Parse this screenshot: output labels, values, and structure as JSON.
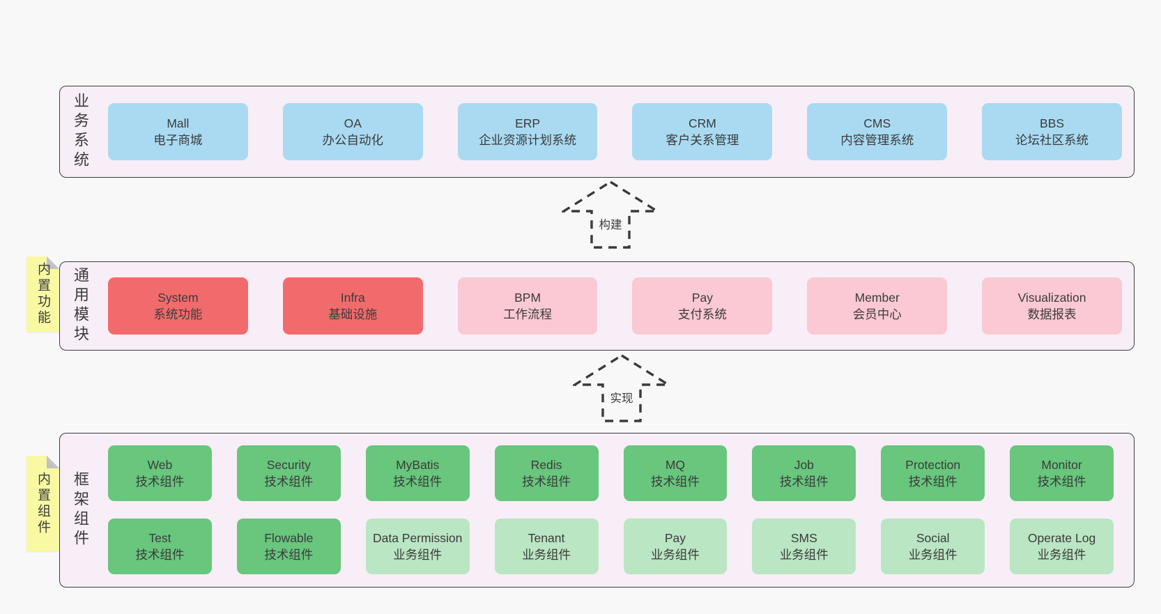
{
  "colors": {
    "page_bg": "#f8f8f8",
    "band_bg": "#f8eef7",
    "band_border": "#3d3d3d",
    "blue": "#a9daf2",
    "red": "#f26b6c",
    "pink": "#fbc9d3",
    "green": "#68c67d",
    "light_green": "#bae6c3",
    "sticky_yellow": "#f9f9a3",
    "text": "#3b3b3b"
  },
  "arrows": [
    {
      "label": "构建"
    },
    {
      "label": "实现"
    }
  ],
  "bands": [
    {
      "label": "业务系统",
      "boxes": [
        {
          "name": "Mall",
          "desc": "电子商城"
        },
        {
          "name": "OA",
          "desc": "办公自动化"
        },
        {
          "name": "ERP",
          "desc": "企业资源计划系统"
        },
        {
          "name": "CRM",
          "desc": "客户关系管理"
        },
        {
          "name": "CMS",
          "desc": "内容管理系统"
        },
        {
          "name": "BBS",
          "desc": "论坛社区系统"
        }
      ]
    },
    {
      "label": "通用模块",
      "sticky": "内置功能",
      "boxes": [
        {
          "name": "System",
          "desc": "系统功能"
        },
        {
          "name": "Infra",
          "desc": "基础设施"
        },
        {
          "name": "BPM",
          "desc": "工作流程"
        },
        {
          "name": "Pay",
          "desc": "支付系统"
        },
        {
          "name": "Member",
          "desc": "会员中心"
        },
        {
          "name": "Visualization",
          "desc": "数据报表"
        }
      ]
    },
    {
      "label": "框架组件",
      "sticky": "内置组件",
      "row1": [
        {
          "name": "Web",
          "desc": "技术组件"
        },
        {
          "name": "Security",
          "desc": "技术组件"
        },
        {
          "name": "MyBatis",
          "desc": "技术组件"
        },
        {
          "name": "Redis",
          "desc": "技术组件"
        },
        {
          "name": "MQ",
          "desc": "技术组件"
        },
        {
          "name": "Job",
          "desc": "技术组件"
        },
        {
          "name": "Protection",
          "desc": "技术组件"
        },
        {
          "name": "Monitor",
          "desc": "技术组件"
        }
      ],
      "row2": [
        {
          "name": "Test",
          "desc": "技术组件"
        },
        {
          "name": "Flowable",
          "desc": "技术组件"
        },
        {
          "name": "Data Permission",
          "desc": "业务组件"
        },
        {
          "name": "Tenant",
          "desc": "业务组件"
        },
        {
          "name": "Pay",
          "desc": "业务组件"
        },
        {
          "name": "SMS",
          "desc": "业务组件"
        },
        {
          "name": "Social",
          "desc": "业务组件"
        },
        {
          "name": "Operate Log",
          "desc": "业务组件"
        }
      ]
    }
  ]
}
